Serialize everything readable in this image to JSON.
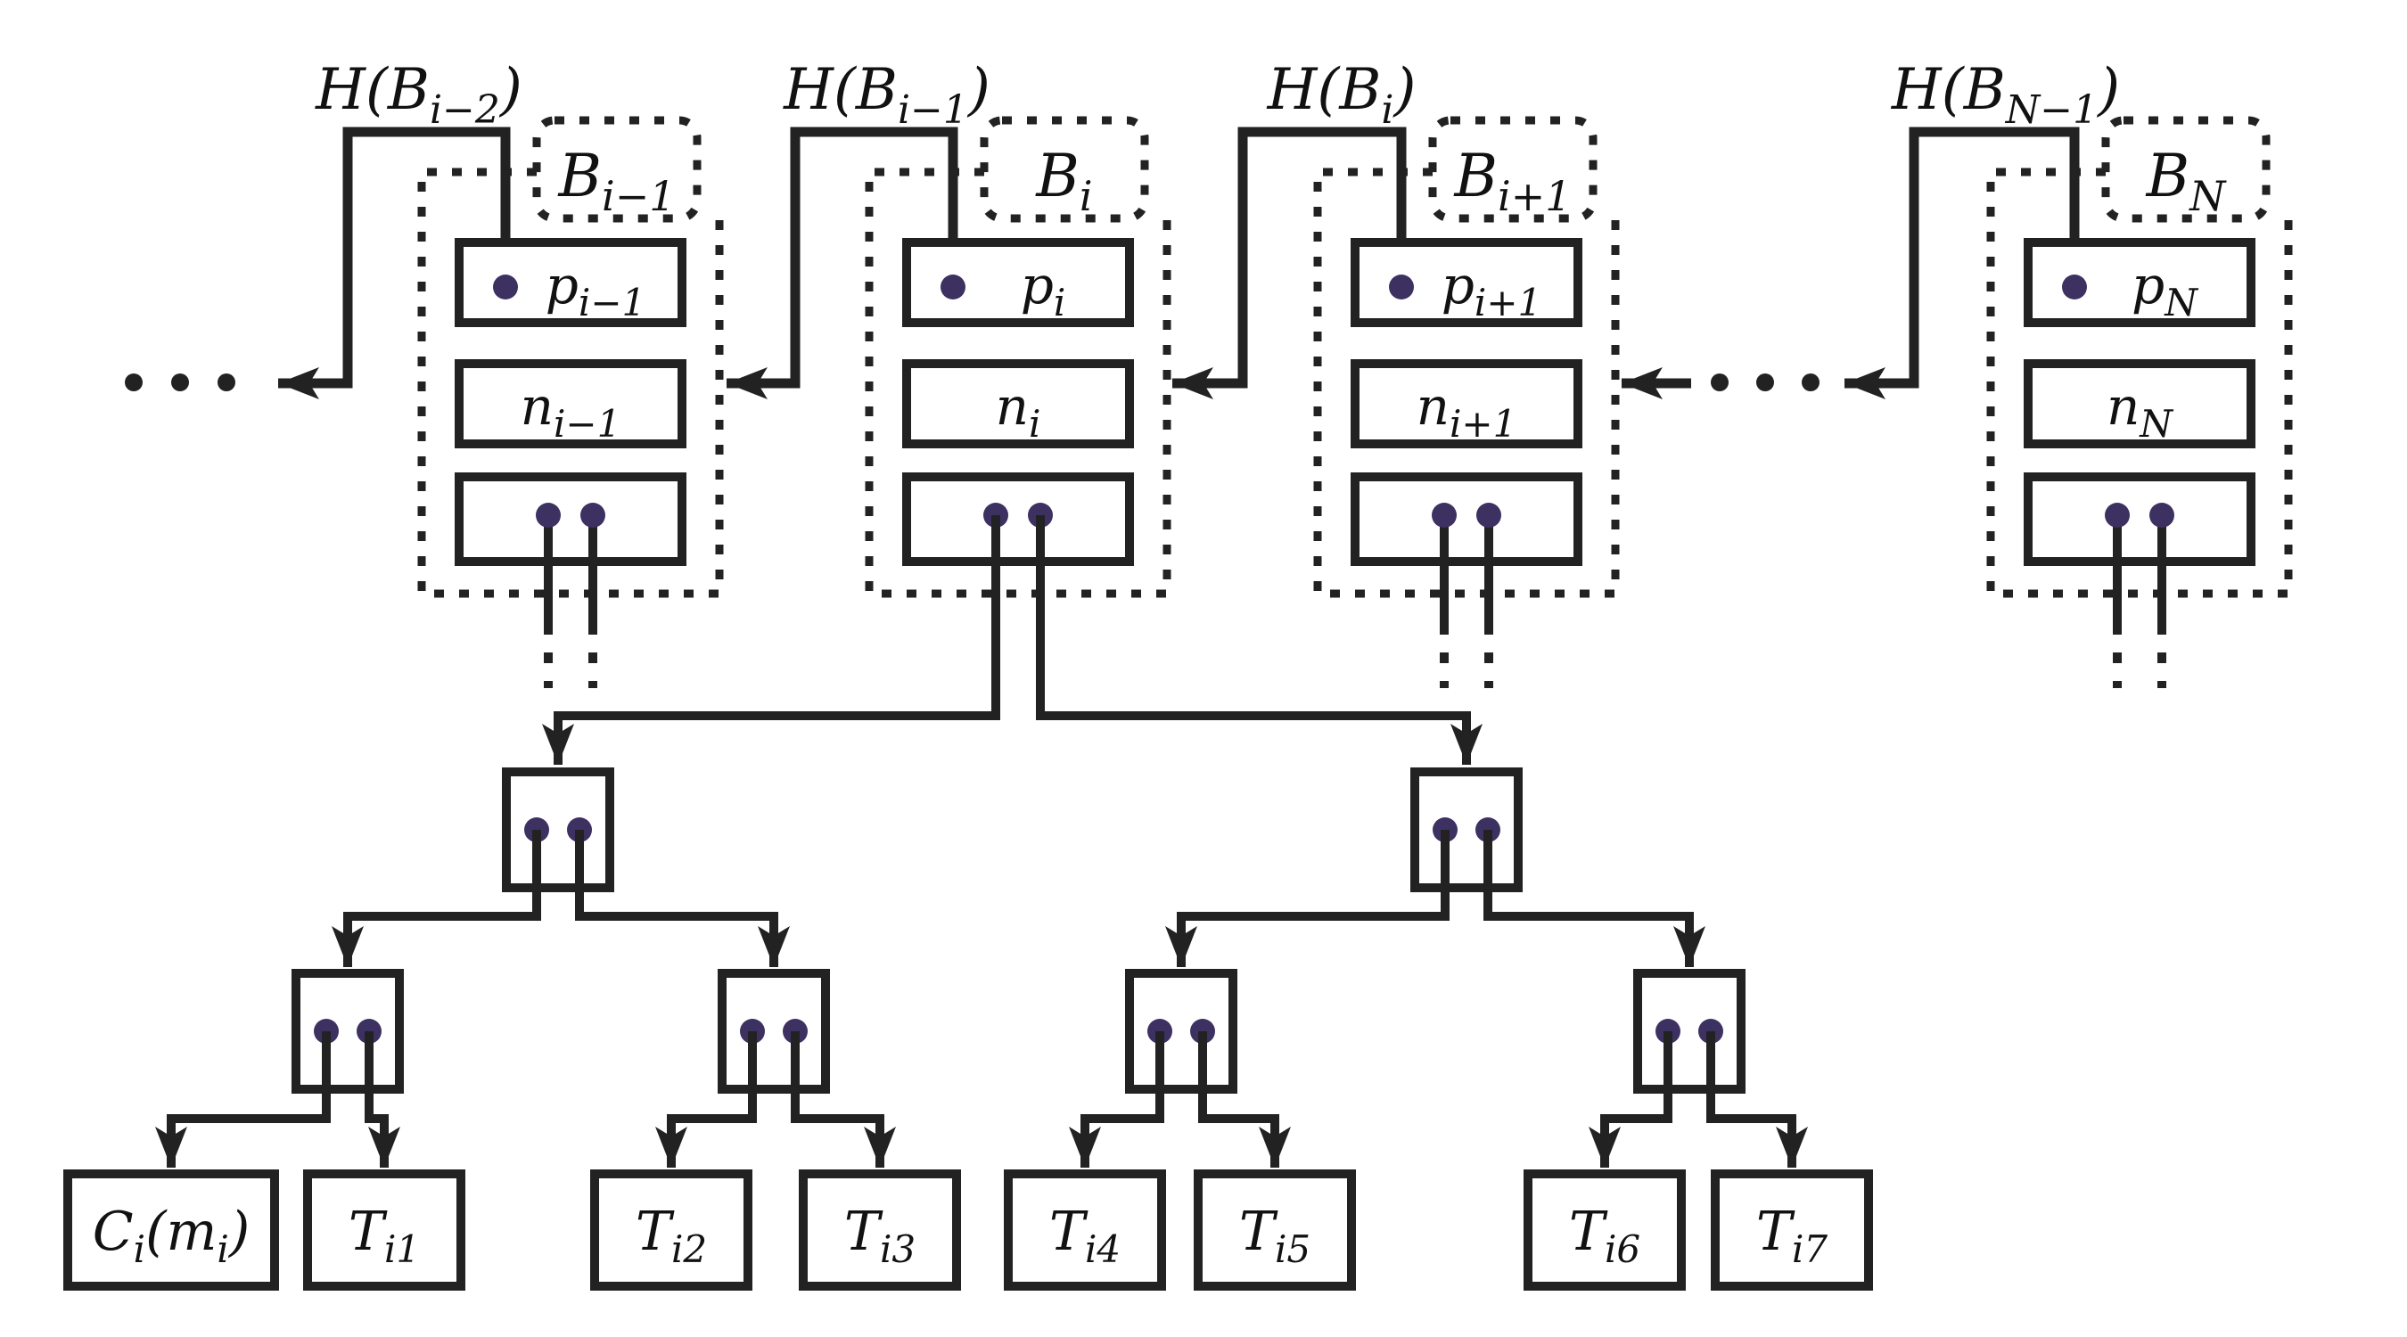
{
  "colors": {
    "line": "#222222",
    "pointer_dot": "#3d3161",
    "background": "#ffffff",
    "text": "#111111"
  },
  "blocks": [
    {
      "hash_label": {
        "pre": "H(B",
        "sub": "i−2",
        "post": ")"
      },
      "name_label": {
        "pre": "B",
        "sub": "i−1",
        "post": ""
      },
      "prev_label": {
        "pre": "p",
        "sub": "i−1",
        "post": ""
      },
      "nonce_label": {
        "pre": "n",
        "sub": "i−1",
        "post": ""
      }
    },
    {
      "hash_label": {
        "pre": "H(B",
        "sub": "i−1",
        "post": ")"
      },
      "name_label": {
        "pre": "B",
        "sub": "i",
        "post": ""
      },
      "prev_label": {
        "pre": "p",
        "sub": "i",
        "post": ""
      },
      "nonce_label": {
        "pre": "n",
        "sub": "i",
        "post": ""
      }
    },
    {
      "hash_label": {
        "pre": "H(B",
        "sub": "i",
        "post": ")"
      },
      "name_label": {
        "pre": "B",
        "sub": "i+1",
        "post": ""
      },
      "prev_label": {
        "pre": "p",
        "sub": "i+1",
        "post": ""
      },
      "nonce_label": {
        "pre": "n",
        "sub": "i+1",
        "post": ""
      }
    },
    {
      "hash_label": {
        "pre": "H(B",
        "sub": "N−1",
        "post": ")"
      },
      "name_label": {
        "pre": "B",
        "sub": "N",
        "post": ""
      },
      "prev_label": {
        "pre": "p",
        "sub": "N",
        "post": ""
      },
      "nonce_label": {
        "pre": "n",
        "sub": "N",
        "post": ""
      }
    }
  ],
  "leaves": [
    {
      "pre": "C",
      "sub": "i",
      "mid": "(m",
      "sub2": "i",
      "post": ")"
    },
    {
      "pre": "T",
      "sub": "i1",
      "post": ""
    },
    {
      "pre": "T",
      "sub": "i2",
      "post": ""
    },
    {
      "pre": "T",
      "sub": "i3",
      "post": ""
    },
    {
      "pre": "T",
      "sub": "i4",
      "post": ""
    },
    {
      "pre": "T",
      "sub": "i5",
      "post": ""
    },
    {
      "pre": "T",
      "sub": "i6",
      "post": ""
    },
    {
      "pre": "T",
      "sub": "i7",
      "post": ""
    }
  ]
}
